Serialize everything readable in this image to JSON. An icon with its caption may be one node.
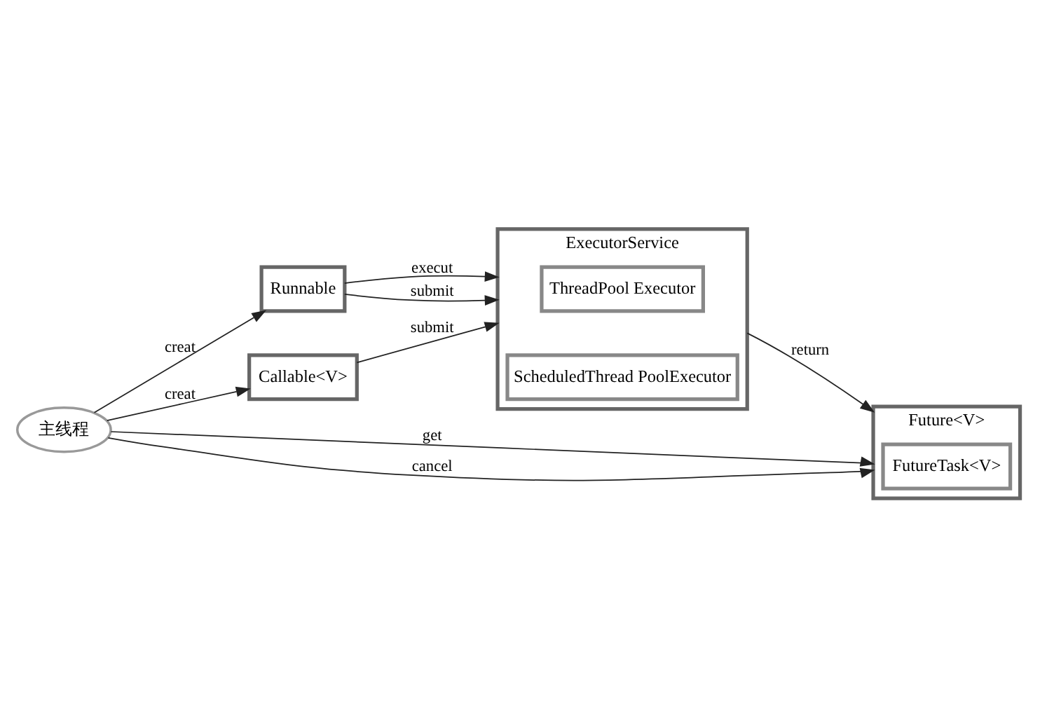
{
  "diagram": {
    "nodes": [
      {
        "text": [
          "主线程"
        ]
      },
      {
        "text": [
          "Runnable"
        ]
      },
      {
        "text": [
          "Callable<V>"
        ]
      },
      {
        "text": [
          "ExecutorService"
        ]
      },
      {
        "text": [
          "ThreadPool Executor"
        ],
        "in": 3
      },
      {
        "text": [
          "ScheduledThread PoolExecutor"
        ],
        "in": 3
      },
      {
        "text": [
          "Future<V>"
        ]
      },
      {
        "text": [
          "FutureTask<V>"
        ],
        "in": 6
      }
    ],
    "edges": [
      {
        "from": 0,
        "to": 1,
        "arrow": "to",
        "label": "creat"
      },
      {
        "from": 0,
        "to": 2,
        "arrow": "to",
        "label": "creat"
      },
      {
        "from": 0,
        "to": 6,
        "arrow": "to",
        "label": "get"
      },
      {
        "from": 0,
        "to": 6,
        "arrow": "to",
        "label": "cancel"
      },
      {
        "from": 1,
        "to": 3,
        "arrow": "to",
        "label": "execut"
      },
      {
        "from": 1,
        "to": 3,
        "arrow": "to",
        "label": "submit"
      },
      {
        "from": 2,
        "to": 3,
        "arrow": "to",
        "label": "submit"
      },
      {
        "from": 3,
        "to": 6,
        "arrow": "to",
        "label": "return"
      }
    ]
  }
}
